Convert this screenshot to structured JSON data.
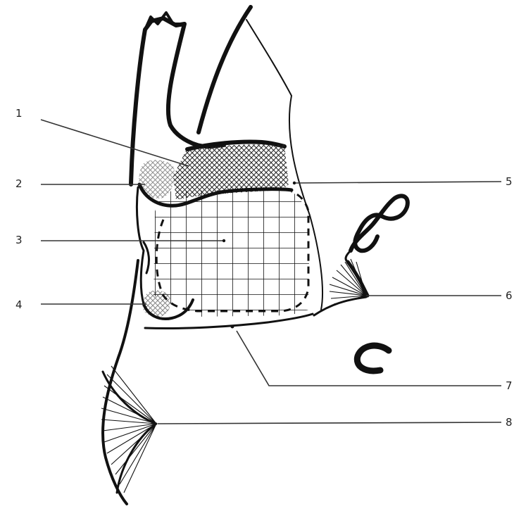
{
  "labels": [
    "1",
    "2",
    "3",
    "4",
    "5",
    "6",
    "7",
    "8"
  ],
  "colors": {
    "ink": "#111111",
    "background": "#ffffff"
  }
}
